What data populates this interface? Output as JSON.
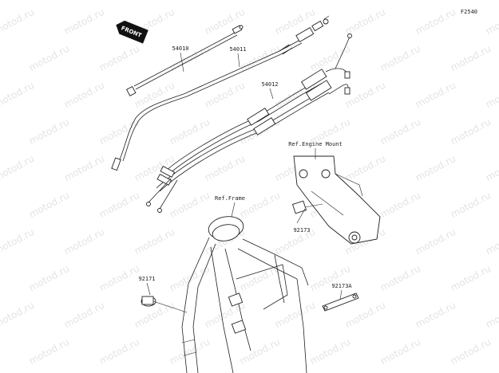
{
  "diagram_code": "F2540",
  "front_label": "FRONT",
  "watermark": "motod.ru",
  "parts": {
    "cable_54010": "54010",
    "cable_54011": "54011",
    "cable_54012": "54012",
    "clamp_92173": "92173",
    "clamp_92171": "92171",
    "clamp_92173a": "92173A"
  },
  "refs": {
    "engine_mount": "Ref.Engine Mount",
    "frame": "Ref.Frame"
  }
}
